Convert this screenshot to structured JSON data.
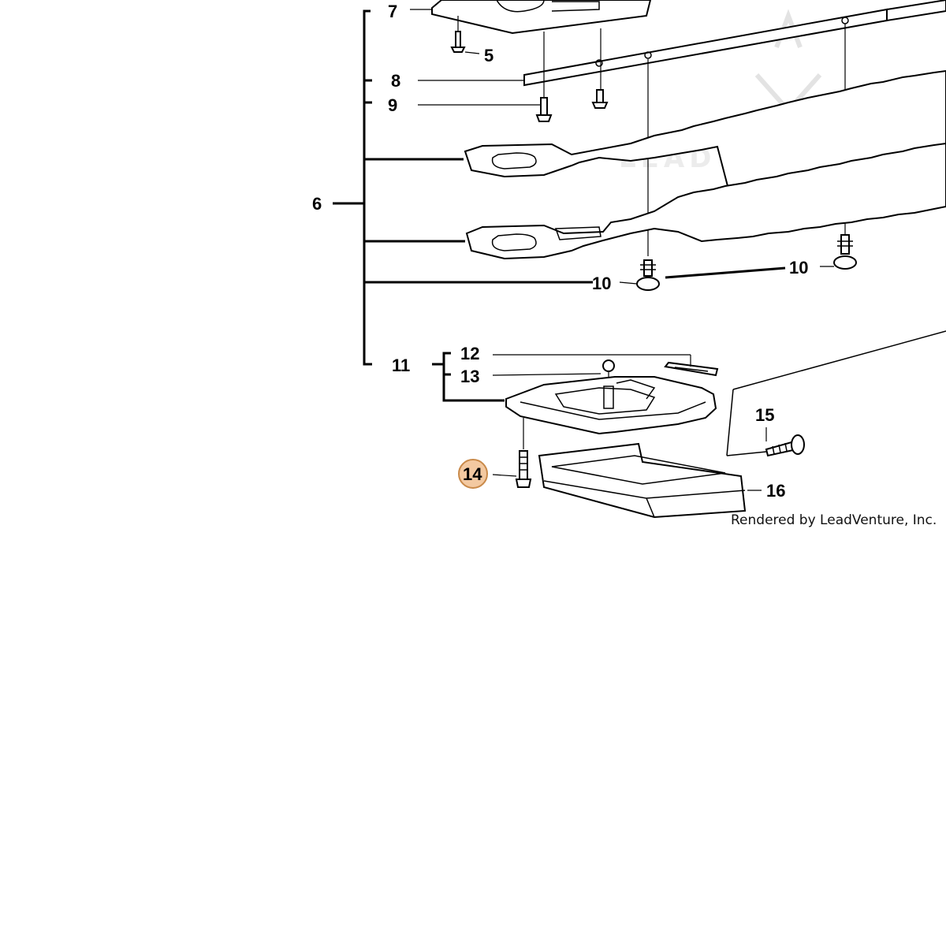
{
  "callouts": {
    "c5": "5",
    "c6": "6",
    "c7": "7",
    "c8": "8",
    "c9": "9",
    "c10a": "10",
    "c10b": "10",
    "c11": "11",
    "c12": "12",
    "c13": "13",
    "c14": "14",
    "c15": "15",
    "c16": "16"
  },
  "highlighted_part": "14",
  "colors": {
    "highlight_fill": "#f3c9a1",
    "highlight_stroke": "#c98a4a",
    "ink": "#000000"
  },
  "watermark": {
    "text": "LEADVENTURE"
  },
  "credit": "Rendered by LeadVenture, Inc."
}
